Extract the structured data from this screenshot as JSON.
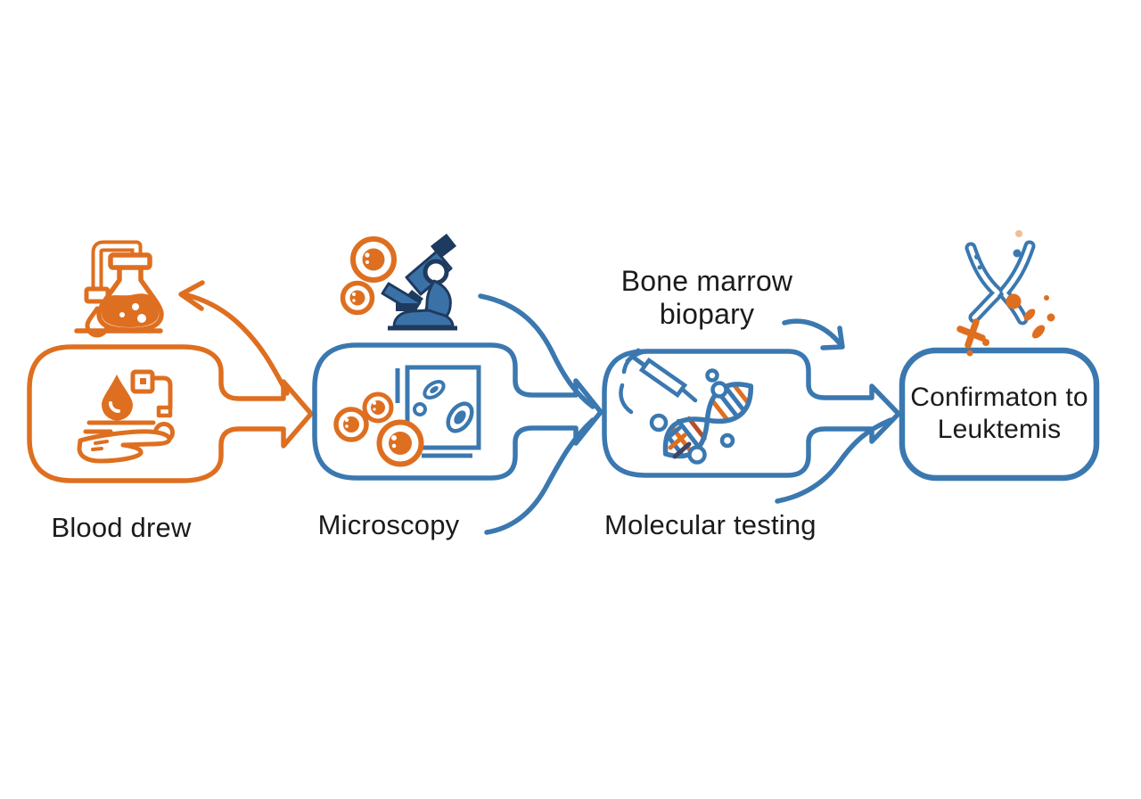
{
  "palette": {
    "orange": "#DE6F20",
    "blue": "#3B78B0",
    "navy": "#1F3A5F",
    "text": "#1B1B1B",
    "background": "#FFFFFF"
  },
  "flow": {
    "step1": {
      "label": "Blood drew"
    },
    "step2": {
      "label": "Microscopy"
    },
    "step3": {
      "label": "Molecular testing",
      "annotation_line1": "Bone marrow",
      "annotation_line2": "biopary"
    },
    "step4": {
      "line1": "Confirmaton to",
      "line2": "Leuktemis"
    }
  },
  "icons": {
    "step1_top": "faucet-flask-icon",
    "step1_inside": "blood-draw-hand-icon",
    "step2_top": "microscope-icon",
    "step2_cells": "blood-cells-icon",
    "step2_slide": "slide-specimen-icon",
    "step3_inside": "dna-syringe-icon",
    "step4_top": "chromosome-break-icon"
  }
}
